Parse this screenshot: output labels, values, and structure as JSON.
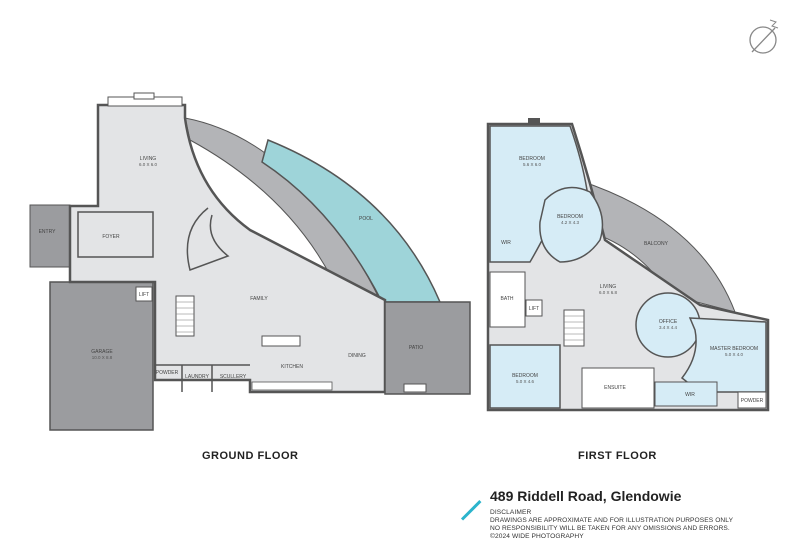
{
  "colors": {
    "wall": "#555555",
    "floor": "#e3e4e6",
    "room": "#d6ecf6",
    "terrace": "#b3b4b7",
    "pool": "#9ed4d9",
    "garage": "#9b9c9f",
    "accent": "#2bb4cc"
  },
  "ground_floor": {
    "title": "GROUND FLOOR",
    "rooms": {
      "living": {
        "name": "LIVING",
        "dims": "6.0 X 6.0"
      },
      "entry": {
        "name": "ENTRY"
      },
      "foyer": {
        "name": "FOYER"
      },
      "garage": {
        "name": "GARAGE",
        "dims": "10.0 X 8.8"
      },
      "lift": {
        "name": "LIFT"
      },
      "family": {
        "name": "FAMILY"
      },
      "pool": {
        "name": "POOL"
      },
      "kitchen": {
        "name": "KITCHEN"
      },
      "dining": {
        "name": "DINING"
      },
      "patio": {
        "name": "PATIO"
      },
      "powder": {
        "name": "POWDER"
      },
      "laundry": {
        "name": "LAUNDRY"
      },
      "scullery": {
        "name": "SCULLERY"
      }
    }
  },
  "first_floor": {
    "title": "FIRST FLOOR",
    "rooms": {
      "bedroom1": {
        "name": "BEDROOM",
        "dims": "5.6 X 6.0"
      },
      "bedroom2": {
        "name": "BEDROOM",
        "dims": "4.2 X 4.3"
      },
      "wir1": {
        "name": "WIR"
      },
      "balcony": {
        "name": "BALCONY"
      },
      "living": {
        "name": "LIVING",
        "dims": "6.0 X 6.8"
      },
      "bath": {
        "name": "BATH"
      },
      "lift": {
        "name": "LIFT"
      },
      "office": {
        "name": "OFFICE",
        "dims": "3.4 X 4.4"
      },
      "master": {
        "name": "MASTER BEDROOM",
        "dims": "5.0 X 4.0"
      },
      "bedroom3": {
        "name": "BEDROOM",
        "dims": "5.0 X 4.6"
      },
      "ensuite": {
        "name": "ENSUITE"
      },
      "wir2": {
        "name": "WIR"
      },
      "powder": {
        "name": "POWDER"
      }
    }
  },
  "address": "489 Riddell Road, Glendowie",
  "disclaimer": {
    "heading": "DISCLAIMER",
    "line1": "DRAWINGS ARE APPROXIMATE AND FOR ILLUSTRATION PURPOSES ONLY",
    "line2": "NO RESPONSIBILITY WILL BE TAKEN FOR ANY OMISSIONS AND ERRORS.",
    "line3": "©2024 WIDE PHOTOGRAPHY"
  }
}
